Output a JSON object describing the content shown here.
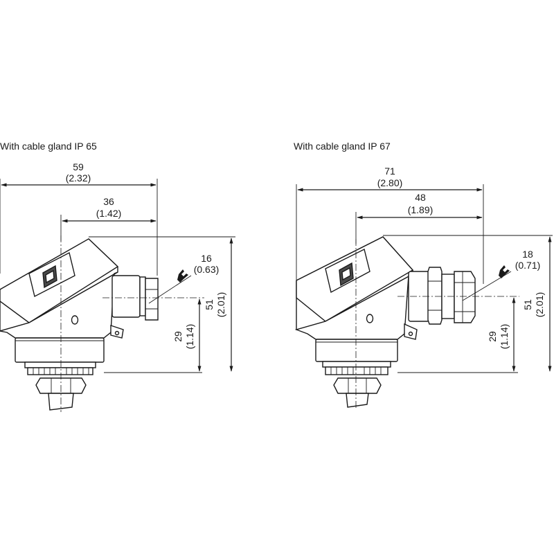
{
  "left_view": {
    "title": "With cable gland IP 65",
    "dim_total_width": "59",
    "dim_total_width_inch": "(2.32)",
    "dim_axis_to_gland": "36",
    "dim_axis_to_gland_inch": "(1.42)",
    "dim_wrench": "16",
    "dim_wrench_inch": "(0.63)",
    "dim_gland_height": "29",
    "dim_gland_height_inch": "(1.14)",
    "dim_total_height": "51",
    "dim_total_height_inch": "(2.01)"
  },
  "right_view": {
    "title": "With cable gland IP 67",
    "dim_total_width": "71",
    "dim_total_width_inch": "(2.80)",
    "dim_axis_to_gland": "48",
    "dim_axis_to_gland_inch": "(1.89)",
    "dim_wrench": "18",
    "dim_wrench_inch": "(0.71)",
    "dim_gland_height": "29",
    "dim_gland_height_inch": "(1.14)",
    "dim_total_height": "51",
    "dim_total_height_inch": "(2.01)"
  }
}
